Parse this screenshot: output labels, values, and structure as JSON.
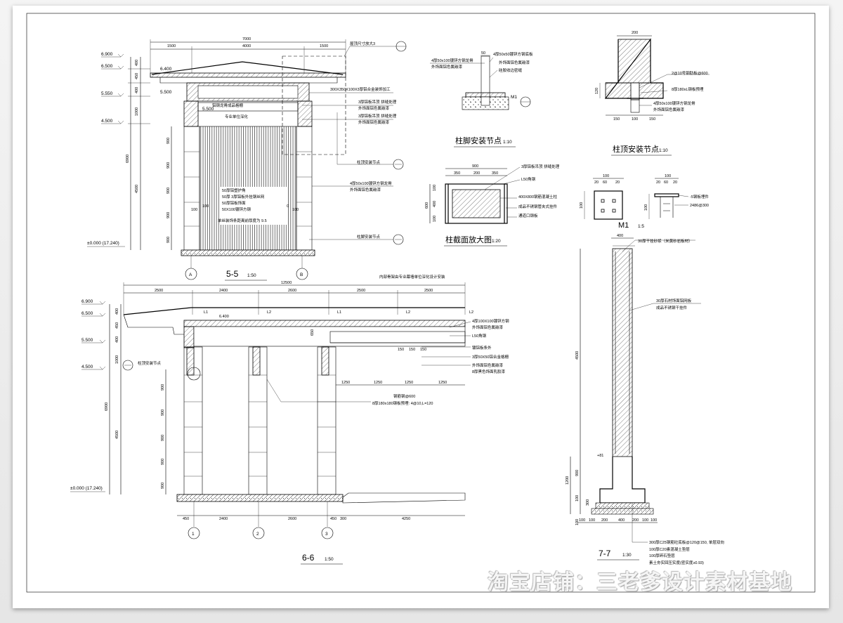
{
  "sec55": {
    "title": "5-5",
    "scale": "1:50",
    "dims_top": [
      "7000",
      "1500",
      "4000",
      "1500"
    ],
    "elev": [
      "6.900",
      "6.500",
      "6.400",
      "5.550",
      "5.500",
      "4.500",
      "±0.000 (17.240)"
    ],
    "dims_left": [
      "400",
      "450",
      "400",
      "1000",
      "6900",
      "4500"
    ],
    "dims_right_mid": [
      "900",
      "900",
      "900",
      "900",
      "900"
    ],
    "axis": [
      "A",
      "B"
    ],
    "notes": [
      "屋顶尺寸放大3",
      "300X350X100X3厚铝合金装饰加工",
      "3厚铝板吊顶 拼缝处理",
      "外饰面铝色氟碳漆",
      "3厚铝板吊顶 拼缝处理",
      "外饰面铝色氟碳漆",
      "柱顶安装节点",
      "4厚50x100镀锌方钢龙骨",
      "外饰面铝色氟碳漆",
      "柱脚安装节点"
    ],
    "inner_notes": [
      "铝钢龙骨成品格栅",
      "专业单位深化",
      "50厚铝塑护角",
      "50厚 3厚铝板外挂钢丝网",
      "50厚铝板饰面",
      "50X100镀锌方钢",
      "单丝装饰条距离前厚度为 9.5"
    ],
    "marks": [
      "100",
      "100",
      "100",
      "100"
    ]
  },
  "detail_foot": {
    "title": "柱脚安装节点",
    "scale": "1:10",
    "dim": "50",
    "notes": [
      "4厚50x100镀锌方钢龙骨",
      "外饰面铝色氟碳漆",
      "4厚50x50镀锌方钢底板",
      "外饰面铝色氟碳漆",
      "硅胶收边密缝"
    ],
    "mark": "M1"
  },
  "detail_top": {
    "title": "柱顶安装节点",
    "scale": "1:10",
    "dims": [
      "200",
      "120",
      "150",
      "100",
      "150"
    ],
    "notes": [
      "2@10号钢肋板@600",
      "8厚180xL钢板预埋",
      "4厚50x100镀锌方钢龙骨",
      "外饰面铝色氟碳漆"
    ]
  },
  "detail_col": {
    "title": "柱截面放大图",
    "scale": "1:20",
    "dims": [
      "900",
      "350",
      "200",
      "350",
      "600",
      "100",
      "400",
      "100"
    ],
    "notes": [
      "3厚铝板吊顶 拼缝处理",
      "L50角钢",
      "400X800钢筋混凝土柱",
      "成品不锈钢管夹式挂件",
      "通道口钢板"
    ]
  },
  "detail_m1": {
    "title": "M1",
    "scale": "1:5",
    "dims": [
      "100",
      "20",
      "60",
      "20",
      "100",
      "60",
      "20",
      "100"
    ],
    "notes": [
      "-5钢板埋件",
      "2486@300"
    ]
  },
  "sec66": {
    "title": "6-6",
    "scale": "1:50",
    "dims_top": [
      "12500",
      "2500",
      "2400",
      "2600",
      "2500",
      "2500"
    ],
    "elev": [
      "6.900",
      "6.500",
      "5.500",
      "4.500",
      "±0.000 (17.240)",
      "6.400"
    ],
    "dims_left": [
      "400",
      "450",
      "400",
      "1000",
      "6900",
      "4500",
      "900",
      "900",
      "900",
      "900",
      "900"
    ],
    "dims_bottom": [
      "450",
      "2400",
      "2600",
      "450",
      "300",
      "4250"
    ],
    "dims_mid": [
      "1250",
      "1250",
      "1250",
      "1250"
    ],
    "axis": [
      "1",
      "2",
      "3"
    ],
    "beams": [
      "L1",
      "L2",
      "L1",
      "L2",
      "L2"
    ],
    "notes": [
      "内部骨架由专业幕墙单位深化设计安装",
      "柱顶安装节点",
      "4厚100X100镀锌方钢",
      "外饰面铝色氟碳漆",
      "L50角钢",
      "镀铝板条外",
      "3厚50X50铝合金格栅",
      "外饰面铝色氟碳漆",
      "8厚黑色饰面乳胶漆",
      "钢筋钢@600",
      "8厚180x180钢板预埋: 4@10,L=120"
    ],
    "marks": [
      "650",
      "150",
      "150",
      "150"
    ]
  },
  "sec77": {
    "title": "7-7",
    "scale": "1:30",
    "dims_top": [
      "400"
    ],
    "dims_left": [
      "4500",
      "900",
      "1200",
      "100",
      "300",
      "100"
    ],
    "dims_bottom": [
      "100",
      "100",
      "200",
      "400",
      "200",
      "100",
      "100"
    ],
    "notes": [
      "30厚干挂砂浆（米黄砂岩板材）",
      "30厚石材饰面铝网板",
      "成品不锈钢干挂件",
      "300厚C25钢筋砼底板@120@150, 单层双向",
      "100厚C20素混凝土垫层",
      "100厚碎石垫层",
      "素土夯实回压实度(密实度≥0.93)"
    ],
    "mark": "+81"
  },
  "watermark": "淘宝店铺：三老爹设计素材基地"
}
